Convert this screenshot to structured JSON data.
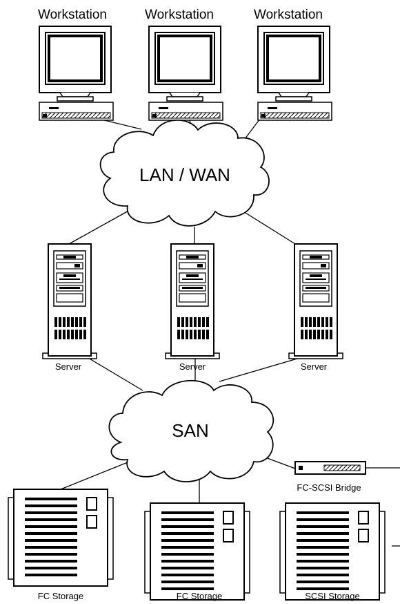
{
  "workstations": [
    {
      "label": "Workstation"
    },
    {
      "label": "Workstation"
    },
    {
      "label": "Workstation"
    }
  ],
  "clouds": {
    "lan": {
      "label": "LAN / WAN"
    },
    "san": {
      "label": "SAN"
    }
  },
  "servers": [
    {
      "label": "Server"
    },
    {
      "label": "Server"
    },
    {
      "label": "Server"
    }
  ],
  "bridge": {
    "label": "FC-SCSI Bridge"
  },
  "storage": [
    {
      "label": "FC Storage"
    },
    {
      "label": "FC Storage"
    },
    {
      "label": "SCSI Storage"
    }
  ]
}
